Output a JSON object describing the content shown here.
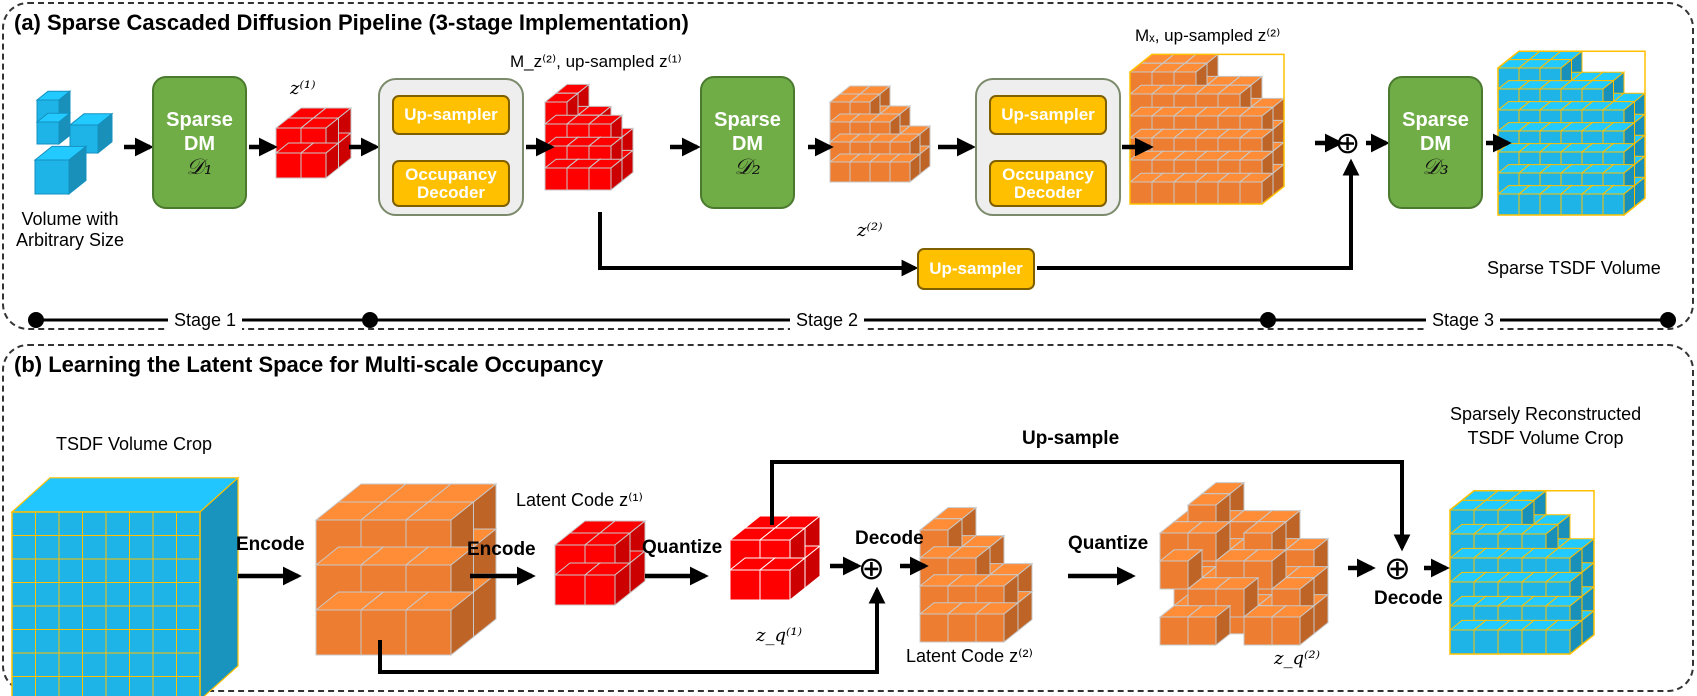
{
  "panel_a": {
    "title": "(a) Sparse Cascaded Diffusion Pipeline (3-stage Implementation)",
    "input_label": "Volume with\nArbitrary Size",
    "dm1": {
      "line1": "Sparse",
      "line2": "DM",
      "math": "𝒟₁"
    },
    "dm2": {
      "line1": "Sparse",
      "line2": "DM",
      "math": "𝒟₂"
    },
    "dm3": {
      "line1": "Sparse",
      "line2": "DM",
      "math": "𝒟₃"
    },
    "z1_label": "z⁽¹⁾",
    "upsampler1": "Up-sampler",
    "occ_decoder1": "Occupancy\nDecoder",
    "mz2_label": "M_z⁽²⁾, up-sampled  z⁽¹⁾",
    "z2_label": "z⁽²⁾",
    "upsampler2": "Up-sampler",
    "occ_decoder2": "Occupancy\nDecoder",
    "mx_label": "Mₓ, up-sampled  z⁽²⁾",
    "upsampler3": "Up-sampler",
    "plus": "⊕",
    "output_label": "Sparse TSDF Volume",
    "stage1": "Stage 1",
    "stage2": "Stage 2",
    "stage3": "Stage 3"
  },
  "panel_b": {
    "title": "(b) Learning the Latent Space for Multi-scale Occupancy",
    "crop_label": "TSDF Volume Crop",
    "encode1": "Encode",
    "encode2": "Encode",
    "latent1": "Latent Code  z⁽¹⁾",
    "quantize1": "Quantize",
    "zq1": "z_q⁽¹⁾",
    "decode1": "Decode",
    "plus1": "⊕",
    "latent2": "Latent Code  z⁽²⁾",
    "quantize2": "Quantize",
    "zq2": "z_q⁽²⁾",
    "upsample": "Up-sample",
    "plus2": "⊕",
    "decode2": "Decode",
    "output_label": "Sparsely Reconstructed\nTSDF Volume Crop"
  },
  "colors": {
    "red": "#ff0000",
    "orange": "#ed7d31",
    "blue": "#1eb4e8",
    "green": "#70ad47",
    "yellow": "#ffc000",
    "gray": "#eeeeee"
  }
}
